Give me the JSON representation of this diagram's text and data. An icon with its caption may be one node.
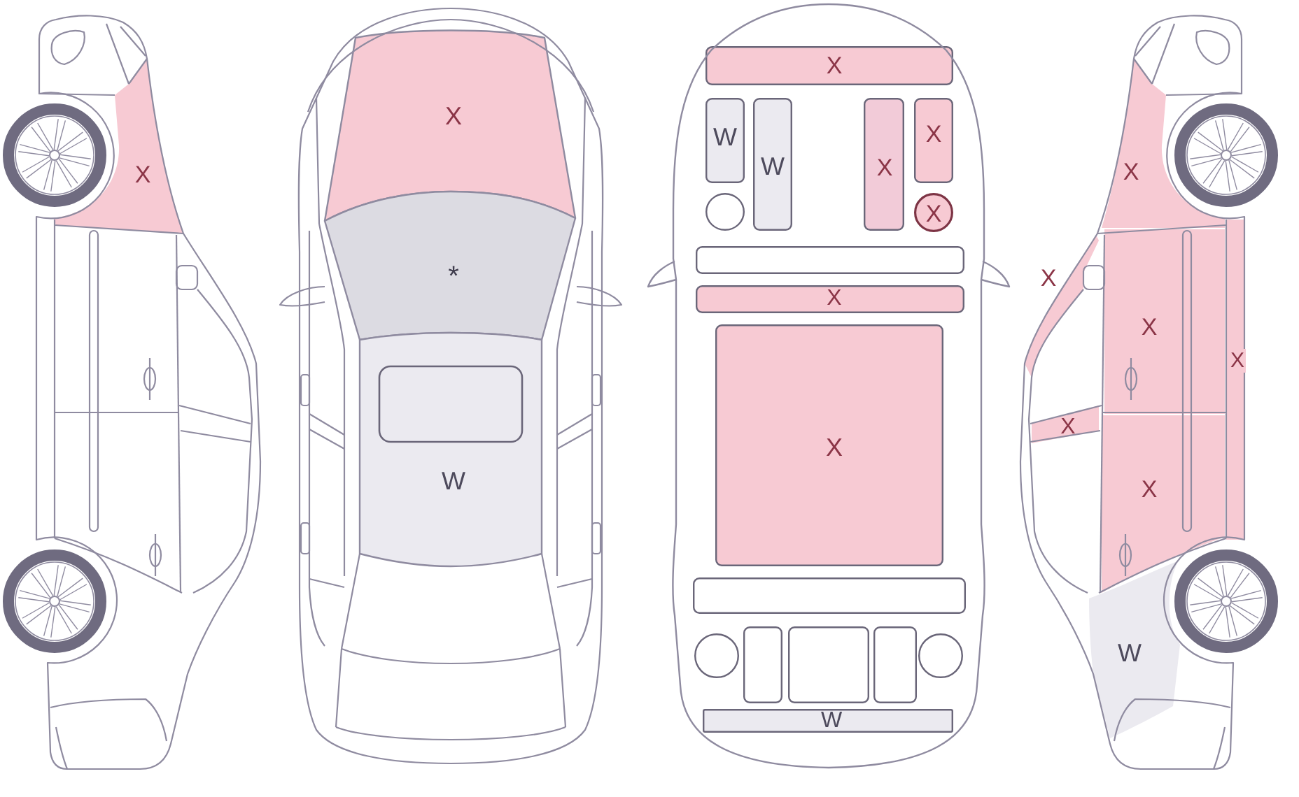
{
  "diagram": {
    "nodes": [
      {
        "text": [
          "X"
        ]
      },
      {
        "text": [
          "X"
        ]
      },
      {
        "text": [
          "*"
        ]
      },
      {
        "text": [
          "W"
        ]
      },
      {
        "text": [
          "X"
        ]
      },
      {
        "text": [
          "W"
        ]
      },
      {
        "text": [
          "W"
        ]
      },
      {
        "text": [
          "X"
        ]
      },
      {
        "text": [
          "X"
        ]
      },
      {
        "text": [],
        "shape": "circle"
      },
      {
        "text": [
          "X"
        ]
      },
      {
        "text": [],
        "shape": "bar"
      },
      {
        "text": [
          "X"
        ]
      },
      {
        "text": [
          "X"
        ]
      },
      {
        "text": [],
        "shape": "bar"
      },
      {
        "text": [],
        "shape": "circle"
      },
      {
        "text": [],
        "shape": "box"
      },
      {
        "text": [],
        "shape": "box"
      },
      {
        "text": [],
        "shape": "box"
      },
      {
        "text": [],
        "shape": "circle"
      },
      {
        "text": [
          "W"
        ]
      },
      {
        "text": [
          "X"
        ]
      },
      {
        "text": [
          "X"
        ]
      },
      {
        "text": [
          "X"
        ]
      },
      {
        "text": [
          "X"
        ]
      },
      {
        "text": [
          "X"
        ]
      },
      {
        "text": [
          "X"
        ]
      },
      {
        "text": [
          "W"
        ]
      }
    ]
  }
}
